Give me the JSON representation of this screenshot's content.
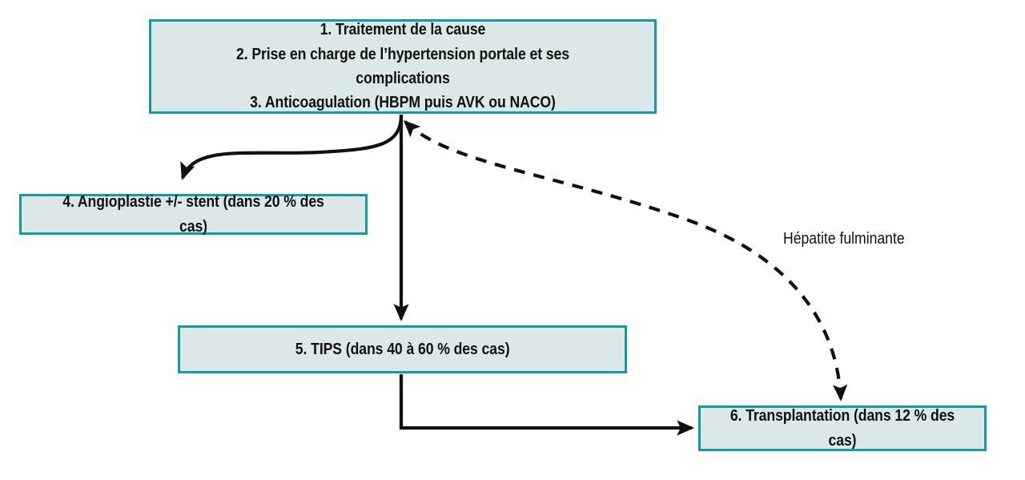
{
  "diagram": {
    "title_text": "",
    "colors": {
      "node_border": "#0f9ca4",
      "node_fill": "#dbe8e7",
      "edge_stroke": "#111111",
      "text": "#111111",
      "background": "#ffffff"
    },
    "nodes": [
      {
        "id": "treatment",
        "label": "1. Traitement de la cause\n2. Prise en charge de l’hypertension portale et ses complications\n3. Anticoagulation (HBPM puis AVK ou NACO)"
      },
      {
        "id": "angioplasty",
        "label": "4. Angioplastie +/- stent (dans 20 % des cas)"
      },
      {
        "id": "tips",
        "label": "5. TIPS (dans 40 à 60 % des cas)"
      },
      {
        "id": "transplant",
        "label": "6. Transplantation (dans 12 % des cas)"
      }
    ],
    "edges": [
      {
        "id": "treatment-to-angioplasty",
        "style": "solid-curved",
        "from": "treatment",
        "to": "angioplasty",
        "label": ""
      },
      {
        "id": "treatment-to-tips",
        "style": "solid-straight",
        "from": "treatment",
        "to": "tips",
        "label": ""
      },
      {
        "id": "tips-to-transplant",
        "style": "solid-elbow",
        "from": "tips",
        "to": "transplant",
        "label": ""
      },
      {
        "id": "transplant-to-treatment-fulminant",
        "style": "dashed-curved-bidirectional",
        "from": "treatment",
        "to": "transplant",
        "label": "Hépatite fulminante"
      }
    ]
  }
}
